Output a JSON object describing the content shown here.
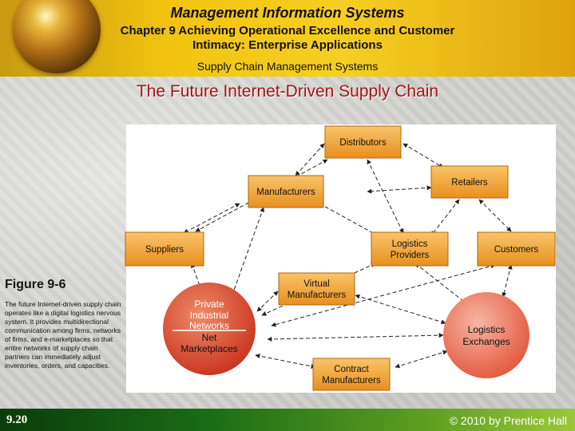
{
  "header": {
    "course": "Management Information Systems",
    "chapter_line1": "Chapter 9 Achieving Operational Excellence and Customer",
    "chapter_line2": "Intimacy: Enterprise Applications",
    "section": "Supply Chain Management Systems"
  },
  "slide_title": "The Future Internet-Driven Supply Chain",
  "diagram": {
    "boxes": {
      "distributors": [
        "Distributors"
      ],
      "retailers": [
        "Retailers"
      ],
      "manufacturers": [
        "Manufacturers"
      ],
      "suppliers": [
        "Suppliers"
      ],
      "logistics_providers": [
        "Logistics",
        "Providers"
      ],
      "customers": [
        "Customers"
      ],
      "virtual_manufacturers": [
        "Virtual",
        "Manufacturers"
      ],
      "contract_manufacturers": [
        "Contract",
        "Manufacturers"
      ]
    },
    "hub": {
      "line1": "Private",
      "line2": "Industrial",
      "line3": "Networks",
      "line4": "Net",
      "line5": "Marketplaces"
    },
    "exchanges": [
      "Logistics",
      "Exchanges"
    ],
    "colors": {
      "box": "#f2a53a",
      "box_border": "#b46410",
      "hub": "#e0553a",
      "exchanges": "#ea7a64"
    }
  },
  "figure": {
    "label": "Figure 9-6",
    "caption": "The future Internet-driven supply chain operates like a digital logistics nervous system. It provides multidirectional communication among firms, networks of firms, and e-marketplaces so that entire networks of supply chain partners can immediately adjust inventories, orders, and capacities."
  },
  "footer": {
    "page": "9.20",
    "copyright": "© 2010 by Prentice Hall"
  }
}
